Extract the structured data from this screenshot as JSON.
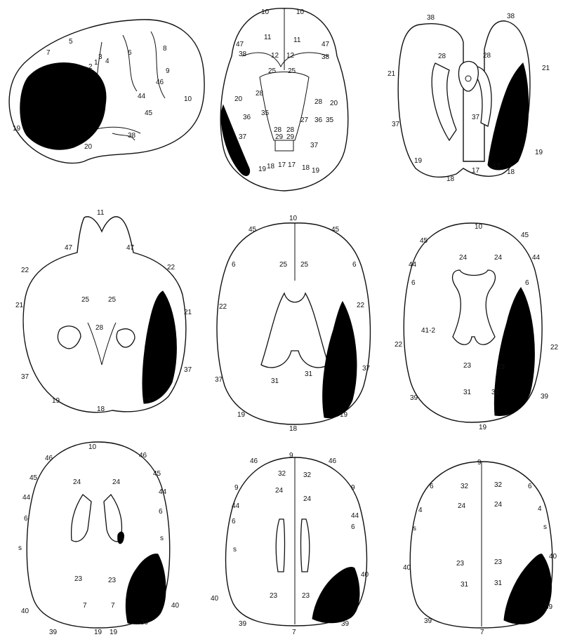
{
  "colors": {
    "ink": "#111111",
    "lesion": "#000000",
    "paper": "#ffffff"
  },
  "panels": [
    {
      "id": "lateral-view",
      "labels": [
        "5",
        "7",
        "2",
        "1",
        "3",
        "4",
        "6",
        "8",
        "9",
        "46",
        "44",
        "10",
        "45",
        "19",
        "20",
        "38"
      ]
    },
    {
      "id": "ventral-view",
      "labels": [
        "10",
        "10",
        "11",
        "11",
        "47",
        "47",
        "12",
        "12",
        "25",
        "25",
        "38",
        "38",
        "28",
        "28",
        "20",
        "20",
        "36",
        "35",
        "36",
        "35",
        "37",
        "37",
        "27",
        "19",
        "18",
        "17",
        "17",
        "18",
        "19",
        "28",
        "28",
        "29",
        "29"
      ]
    },
    {
      "id": "axial-1",
      "labels": [
        "38",
        "38",
        "28",
        "28",
        "21",
        "21",
        "37",
        "37",
        "19",
        "19",
        "18",
        "18",
        "17",
        "17"
      ]
    },
    {
      "id": "axial-2",
      "labels": [
        "11",
        "47",
        "47",
        "22",
        "22",
        "21",
        "21",
        "25",
        "25",
        "28",
        "37",
        "37",
        "19",
        "19",
        "18"
      ]
    },
    {
      "id": "axial-3",
      "labels": [
        "10",
        "45",
        "45",
        "6",
        "6",
        "25",
        "25",
        "22",
        "22",
        "37",
        "37",
        "31",
        "31",
        "19",
        "19",
        "18"
      ]
    },
    {
      "id": "axial-4",
      "labels": [
        "10",
        "45",
        "45",
        "44",
        "44",
        "6",
        "6",
        "24",
        "24",
        "22",
        "22",
        "41-2",
        "23",
        "23",
        "31",
        "31",
        "39",
        "39",
        "19"
      ]
    },
    {
      "id": "axial-5",
      "labels": [
        "10",
        "46",
        "46",
        "45",
        "45",
        "44",
        "44",
        "24",
        "24",
        "6",
        "6",
        "s",
        "s",
        "23",
        "23",
        "7",
        "7",
        "40",
        "40",
        "39",
        "39",
        "19",
        "19"
      ]
    },
    {
      "id": "axial-6",
      "labels": [
        "9",
        "46",
        "46",
        "9",
        "9",
        "32",
        "32",
        "24",
        "24",
        "44",
        "44",
        "6",
        "6",
        "s",
        "23",
        "23",
        "40",
        "40",
        "39",
        "39",
        "7"
      ]
    },
    {
      "id": "axial-7",
      "labels": [
        "9",
        "32",
        "32",
        "6",
        "6",
        "4",
        "4",
        "24",
        "24",
        "s",
        "s",
        "23",
        "23",
        "40",
        "40",
        "31",
        "31",
        "39",
        "39",
        "7"
      ]
    }
  ]
}
